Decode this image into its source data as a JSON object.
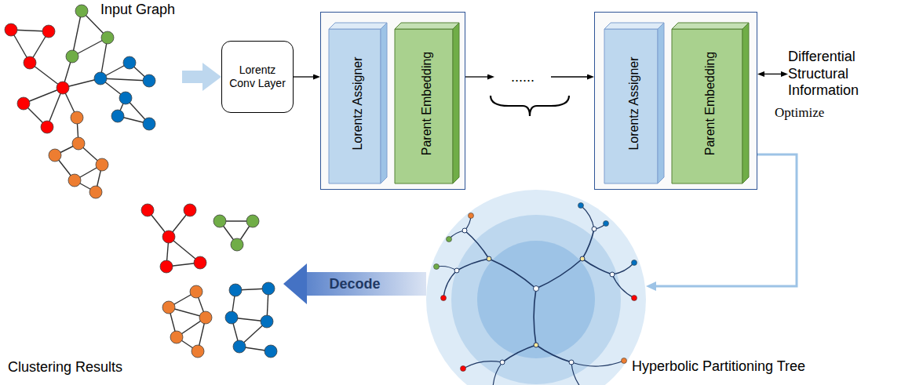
{
  "diagram": {
    "nodes": [
      {
        "text": [
          "Input Graph"
        ]
      },
      {
        "text": [
          "Lorentz Conv Layer"
        ]
      },
      {
        "text": []
      },
      {
        "text": [
          "Lorentz Assigner"
        ],
        "in": 2
      },
      {
        "text": [
          "Parent Embedding"
        ],
        "in": 2
      },
      {
        "text": [
          "......"
        ]
      },
      {
        "text": []
      },
      {
        "text": [
          "Lorentz Assigner"
        ],
        "in": 6
      },
      {
        "text": [
          "Parent Embedding"
        ],
        "in": 6
      },
      {
        "text": [
          "Differential Structural Information"
        ]
      },
      {
        "text": [
          "Hyperbolic Partitioning Tree"
        ]
      },
      {
        "text": [
          "Clustering Results"
        ]
      }
    ],
    "edges": [
      {
        "from": 0,
        "to": 1,
        "arrow": "to"
      },
      {
        "from": 1,
        "to": 2,
        "arrow": "to"
      },
      {
        "from": 2,
        "to": 5,
        "arrow": "to"
      },
      {
        "from": 5,
        "to": 6,
        "arrow": "to"
      },
      {
        "from": 6,
        "to": 9,
        "label": "Optimize",
        "arrow": "both"
      },
      {
        "from": 6,
        "to": 10,
        "arrow": "to"
      },
      {
        "from": 10,
        "to": 11,
        "label": "Decode",
        "arrow": "to"
      }
    ]
  }
}
